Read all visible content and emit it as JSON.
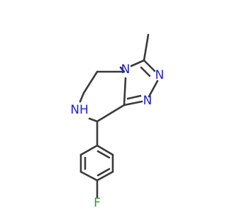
{
  "molecule": {
    "colors": {
      "bond": "#3a3a3a",
      "nitrogen": "#2020e0",
      "fluorine": "#2aa02a"
    },
    "atoms": {
      "n_bridge": "N",
      "n_triazole_upper": "N",
      "n_triazole_lower": "N",
      "nh": "NH",
      "f": "F"
    }
  }
}
